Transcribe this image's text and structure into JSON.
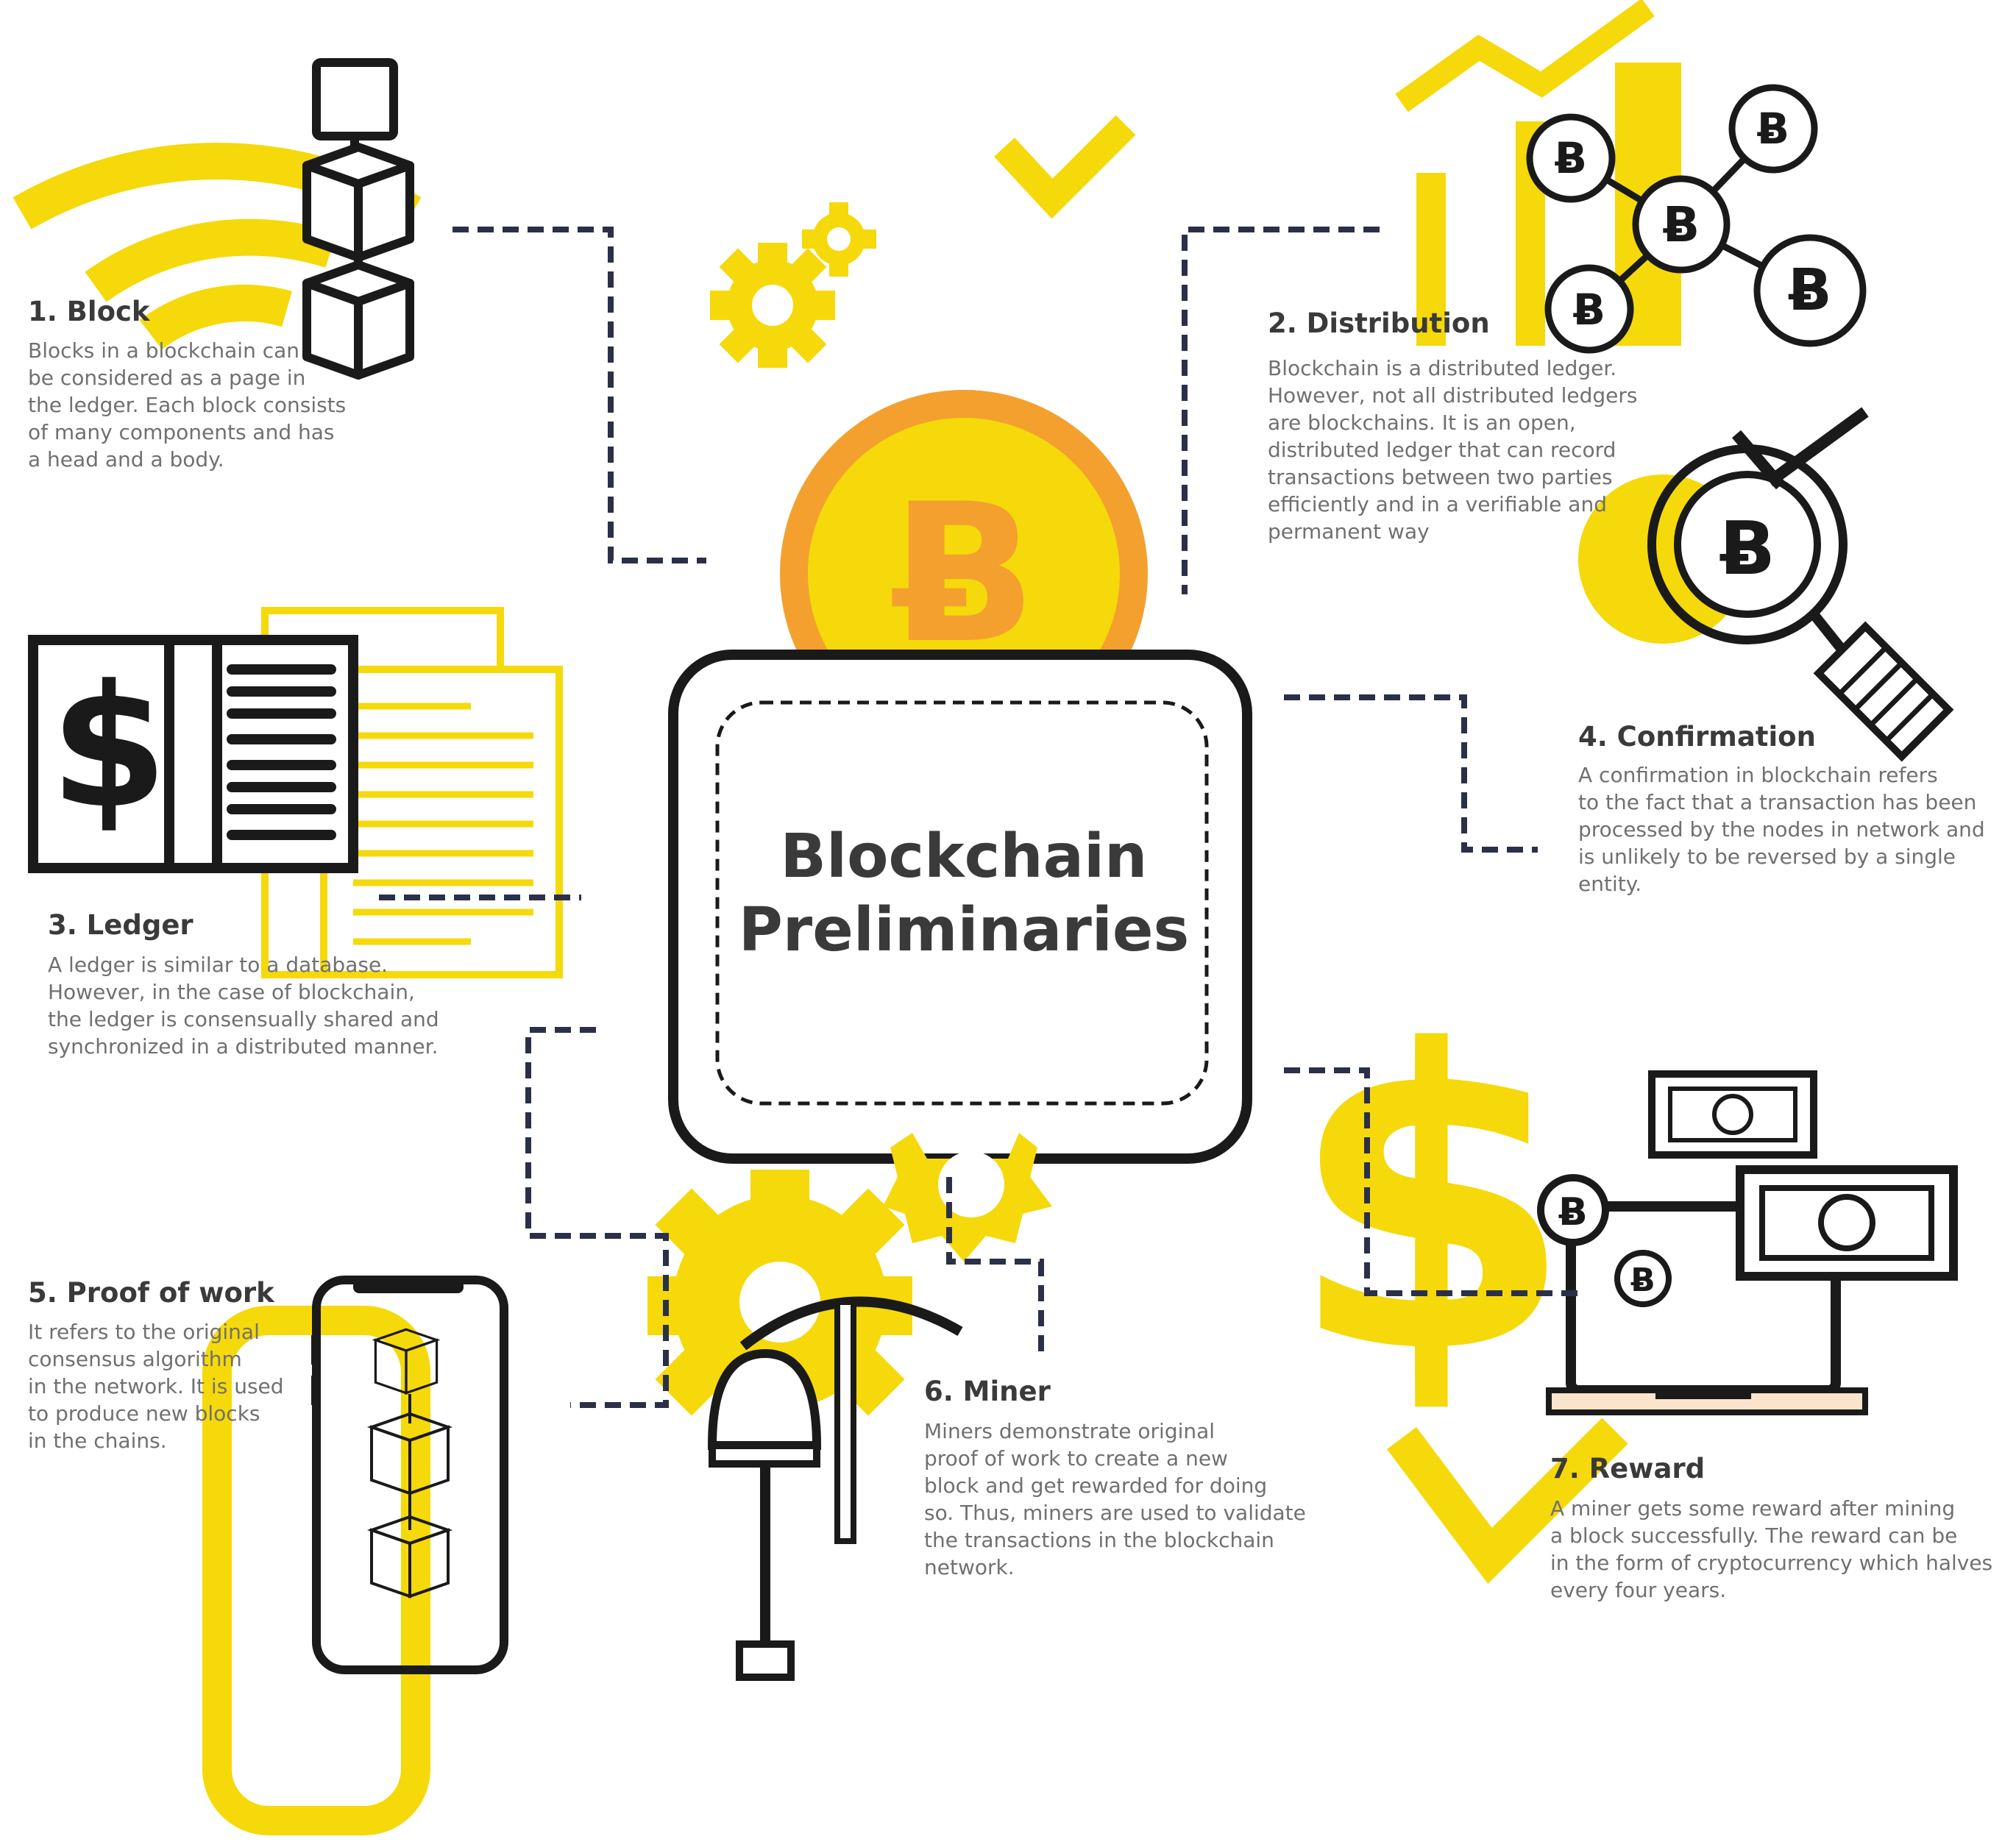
{
  "center": {
    "title": "Blockchain\nPreliminaries"
  },
  "sections": [
    {
      "id": "block",
      "title": "1. Block",
      "body": "Blocks in a blockchain can\nbe considered as a page in\nthe ledger. Each block consists\nof many components and has\na head and a body."
    },
    {
      "id": "distribution",
      "title": "2. Distribution",
      "body": "Blockchain is a distributed ledger.\nHowever, not all distributed ledgers\nare  blockchains. It is an open,\ndistributed ledger that can record\ntransactions between two parties\nefficiently and in a verifiable and\npermanent way"
    },
    {
      "id": "ledger",
      "title": "3. Ledger",
      "body": "A ledger is similar to a database.\nHowever, in the case of blockchain,\nthe ledger is consensually shared and\nsynchronized in a distributed manner."
    },
    {
      "id": "confirmation",
      "title": "4. Confirmation",
      "body": "A confirmation in blockchain refers\nto the fact that a transaction has been\nprocessed by the nodes in network and\nis unlikely to be reversed by a single entity."
    },
    {
      "id": "proof-of-work",
      "title": "5. Proof of work",
      "body": "It refers to the original\nconsensus algorithm\nin the network. It is used\nto produce new blocks\nin the chains."
    },
    {
      "id": "miner",
      "title": "6. Miner",
      "body": "Miners demonstrate original\nproof of work to create a new\nblock and get rewarded for doing\nso. Thus, miners are used to validate\nthe transactions in the blockchain\nnetwork."
    },
    {
      "id": "reward",
      "title": "7. Reward",
      "body": "A miner gets some reward after mining\na block successfully. The reward can be\nin the form of cryptocurrency which halves\nevery four years."
    }
  ],
  "icons": {
    "bitcoin_symbol": "Ƀ",
    "dollar_symbol": "$"
  },
  "colors": {
    "yellow": "#F5D90A",
    "orange": "#F4A02F",
    "outline": "#1a1a1a",
    "connector": "#2b3048",
    "title_text": "#3a3a3a",
    "body_text": "#707070"
  }
}
